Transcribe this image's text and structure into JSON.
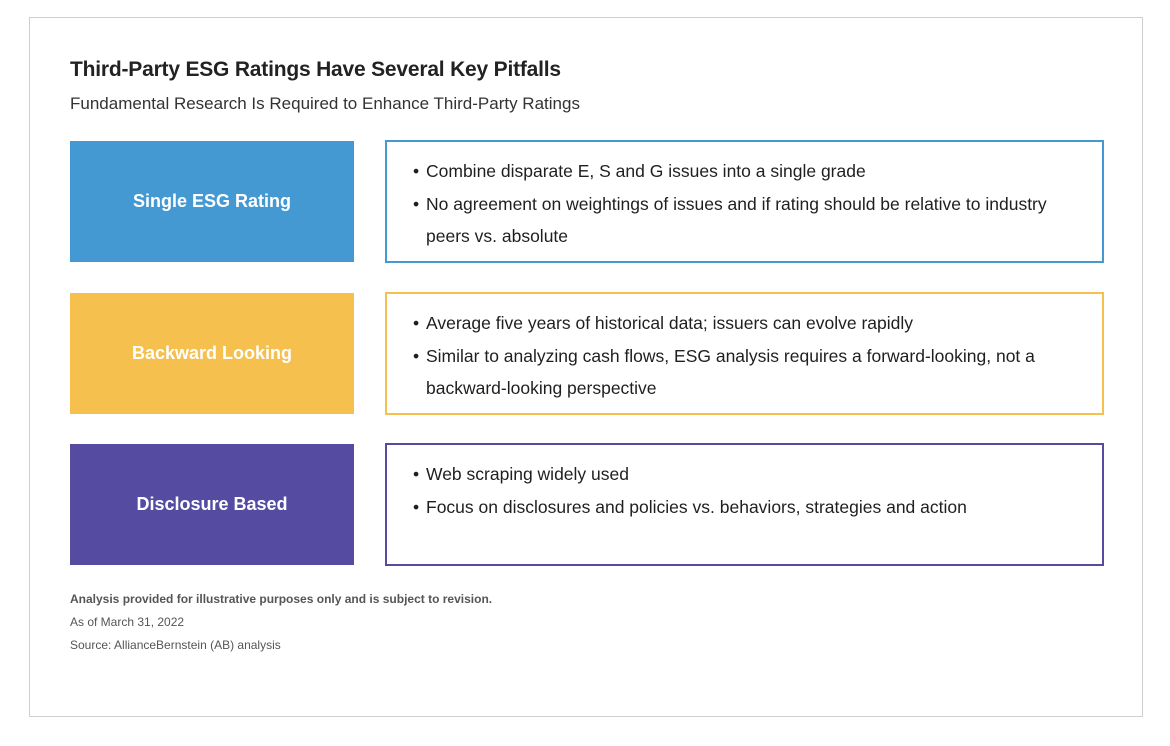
{
  "header": {
    "title": "Third-Party ESG Ratings Have Several Key Pitfalls",
    "subtitle": "Fundamental Research Is Required to Enhance Third-Party Ratings"
  },
  "rows": [
    {
      "label": "Single ESG Rating",
      "color": "#4599d3",
      "bullets": [
        "Combine disparate E, S and G issues into a single grade",
        "No agreement on weightings of issues and if rating should be relative to industry peers vs. absolute"
      ]
    },
    {
      "label": "Backward Looking",
      "color": "#f5c04e",
      "bullets": [
        "Average five years of historical data; issuers can evolve rapidly",
        "Similar to analyzing cash flows, ESG analysis requires a forward-looking, not a backward-looking perspective"
      ]
    },
    {
      "label": "Disclosure Based",
      "color": "#554ca1",
      "bullets": [
        "Web scraping widely used",
        "Focus on disclosures and policies vs. behaviors, strategies and action"
      ]
    }
  ],
  "bullet_glyph": "•",
  "footnotes": {
    "disclaimer": "Analysis provided for illustrative purposes only and is subject to revision.",
    "date": "As of March 31, 2022",
    "source": "Source: AllianceBernstein (AB) analysis"
  }
}
